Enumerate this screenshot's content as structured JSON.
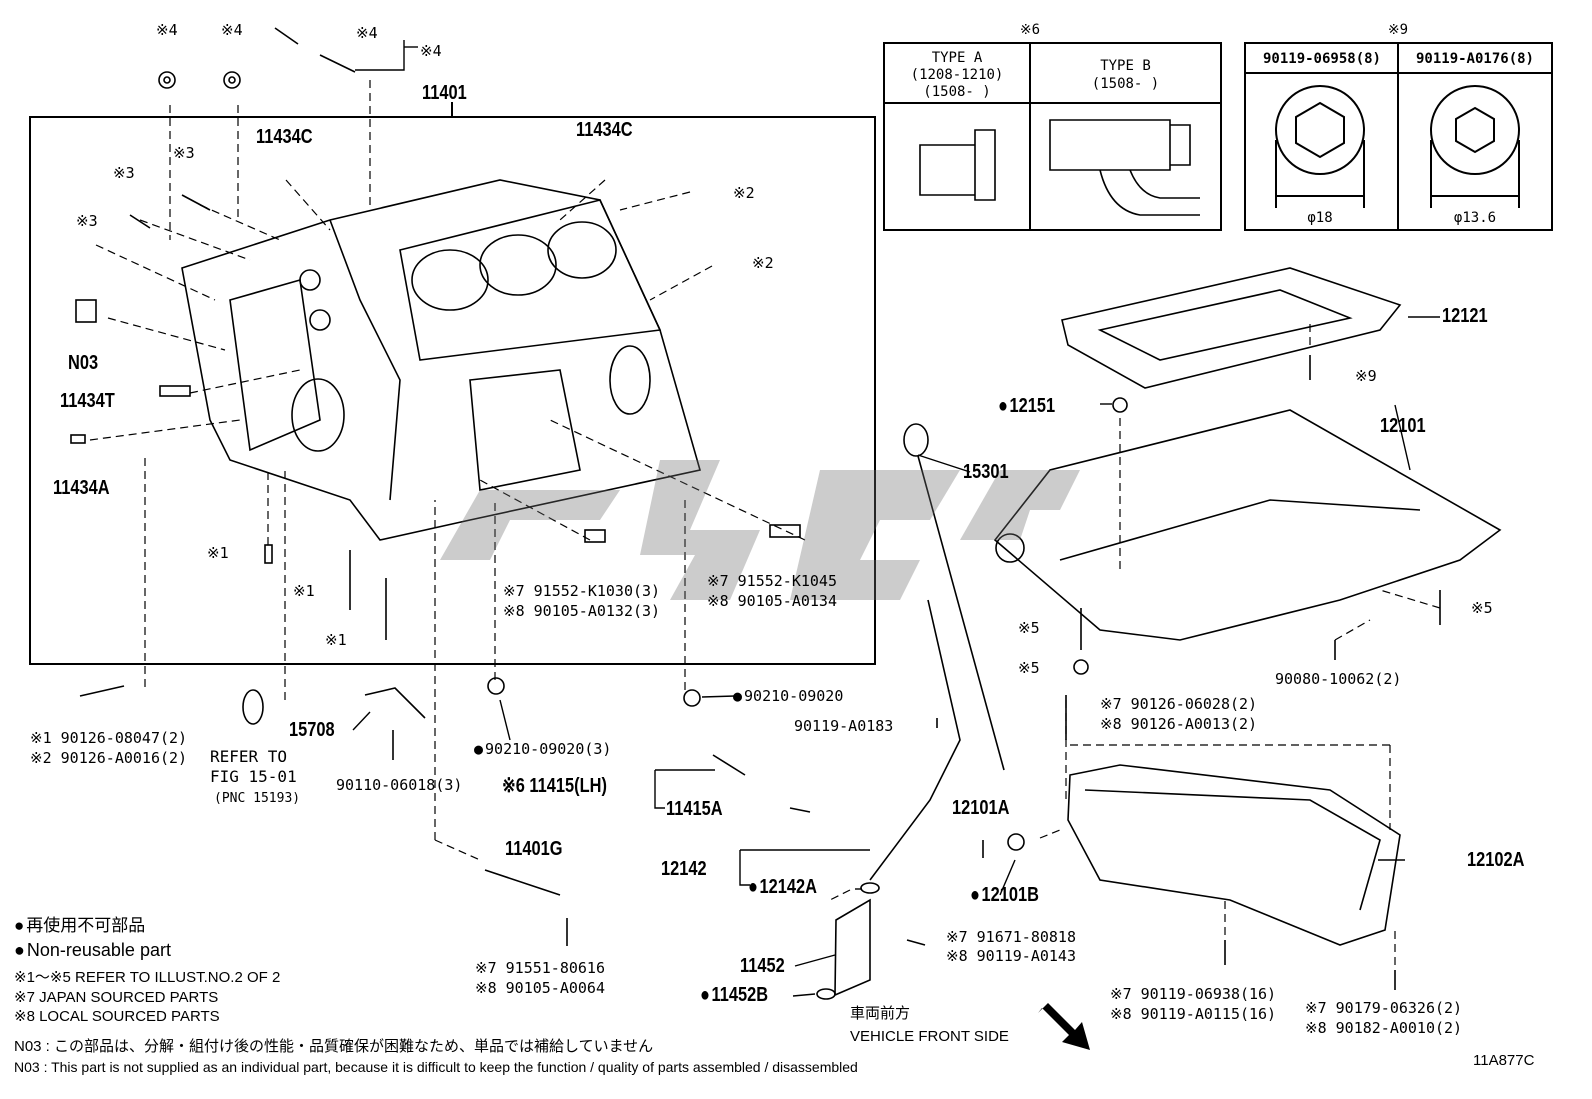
{
  "main_box_label": "11401",
  "parts": {
    "p11434C_a": "11434C",
    "p11434C_b": "11434C",
    "n03": "N03",
    "p11434T": "11434T",
    "p11434A": "11434A",
    "p15708": "15708",
    "p11401G": "11401G",
    "p15301": "15301",
    "p12121": "12121",
    "p12151": "12151",
    "p12101": "12101",
    "p12101A": "12101A",
    "p12101B": "12101B",
    "p12102A": "12102A",
    "p12142": "12142",
    "p12142A": "12142A",
    "p11452": "11452",
    "p11452B": "11452B",
    "p11415LH": "※6 11415(LH)",
    "p11415A": "11415A"
  },
  "refs": {
    "r4a": "※4",
    "r4b": "※4",
    "r4c": "※4",
    "r4d": "※4",
    "r3a": "※3",
    "r3b": "※3",
    "r3c": "※3",
    "r2a": "※2",
    "r2b": "※2",
    "r1a": "※1",
    "r1b": "※1",
    "r1c": "※1",
    "r5a": "※5",
    "r5b": "※5",
    "r5c": "※5",
    "r9": "※9"
  },
  "part_numbers": {
    "pn_91552_k1030": "※7 91552-K1030(3)",
    "pn_90105_a0132": "※8 90105-A0132(3)",
    "pn_91552_k1045": "※7 91552-K1045",
    "pn_90105_a0134": "※8 90105-A0134",
    "pn_90210_09020": "90210-09020",
    "pn_90210_09020_3": "90210-09020(3)",
    "pn_90119_a0183": "90119-A0183",
    "pn_90126_08047": "※1 90126-08047(2)",
    "pn_90126_a0016": "※2 90126-A0016(2)",
    "pn_90110_06018": "90110-06018(3)",
    "pn_91551_80616": "※7 91551-80616",
    "pn_90105_a0064": "※8 90105-A0064",
    "pn_90080_10062": "90080-10062(2)",
    "pn_90126_06028": "※7 90126-06028(2)",
    "pn_90126_a0013": "※8 90126-A0013(2)",
    "pn_91671_80818": "※7 91671-80818",
    "pn_90119_a0143": "※8 90119-A0143",
    "pn_90119_06938": "※7 90119-06938(16)",
    "pn_90119_a0115": "※8 90119-A0115(16)",
    "pn_90179_06326": "※7 90179-06326(2)",
    "pn_90182_a0010": "※8 90182-A0010(2)"
  },
  "refer_to": {
    "line1": "REFER TO",
    "line2": "FIG 15-01",
    "line3": "(PNC 15193)"
  },
  "table6": {
    "title": "※6",
    "type_a": "TYPE A",
    "type_a_r1": "(1208-1210)",
    "type_a_r2": "(1508-     )",
    "type_b": "TYPE B",
    "type_b_r1": "(1508-     )"
  },
  "table9": {
    "title": "※9",
    "col1": "90119-06958(8)",
    "col2": "90119-A0176(8)",
    "dim1": "φ18",
    "dim2": "φ13.6"
  },
  "legend": {
    "jp": "再使用不可部品",
    "en": "Non-reusable part",
    "note1": "※1～※5  REFER TO ILLUST.NO.2 OF 2",
    "note7": "※7 JAPAN SOURCED PARTS",
    "note8": "※8 LOCAL SOURCED PARTS",
    "n03_jp": "N03 : この部品は、分解・組付け後の性能・品質確保が困難なため、単品では補給していません",
    "n03_en": "N03 : This part is not supplied as an individual part, because it is difficult to keep the function / quality of parts  assembled / disassembled"
  },
  "front": {
    "jp": "車両前方",
    "en": "VEHICLE FRONT SIDE"
  },
  "illust_id": "11A877C"
}
